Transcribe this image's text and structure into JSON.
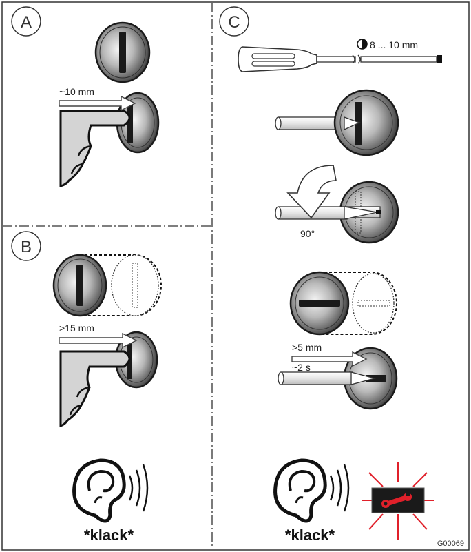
{
  "panels": {
    "a": {
      "label": "A",
      "measure": "~10 mm"
    },
    "b": {
      "label": "B",
      "measure": ">15 mm",
      "sound": "*klack*"
    },
    "c": {
      "label": "C",
      "tool_size": "8 ... 10 mm",
      "rotation": "90°",
      "measure": ">5 mm",
      "time": "~2 s",
      "sound": "*klack*"
    }
  },
  "figure_code": "G00069",
  "colors": {
    "frame": "#333333",
    "warning_light": "#e0202a",
    "indicator_box": "#1a1a1a",
    "hand_fill": "#d4d4d4",
    "button_light": "#dcdcdc",
    "button_dark": "#3a3a3a"
  },
  "icons": [
    "hand-icon",
    "screwdriver-icon",
    "ear-icon",
    "sound-waves-icon",
    "rotation-arrow-icon",
    "wrench-icon",
    "warning-light-icon"
  ]
}
